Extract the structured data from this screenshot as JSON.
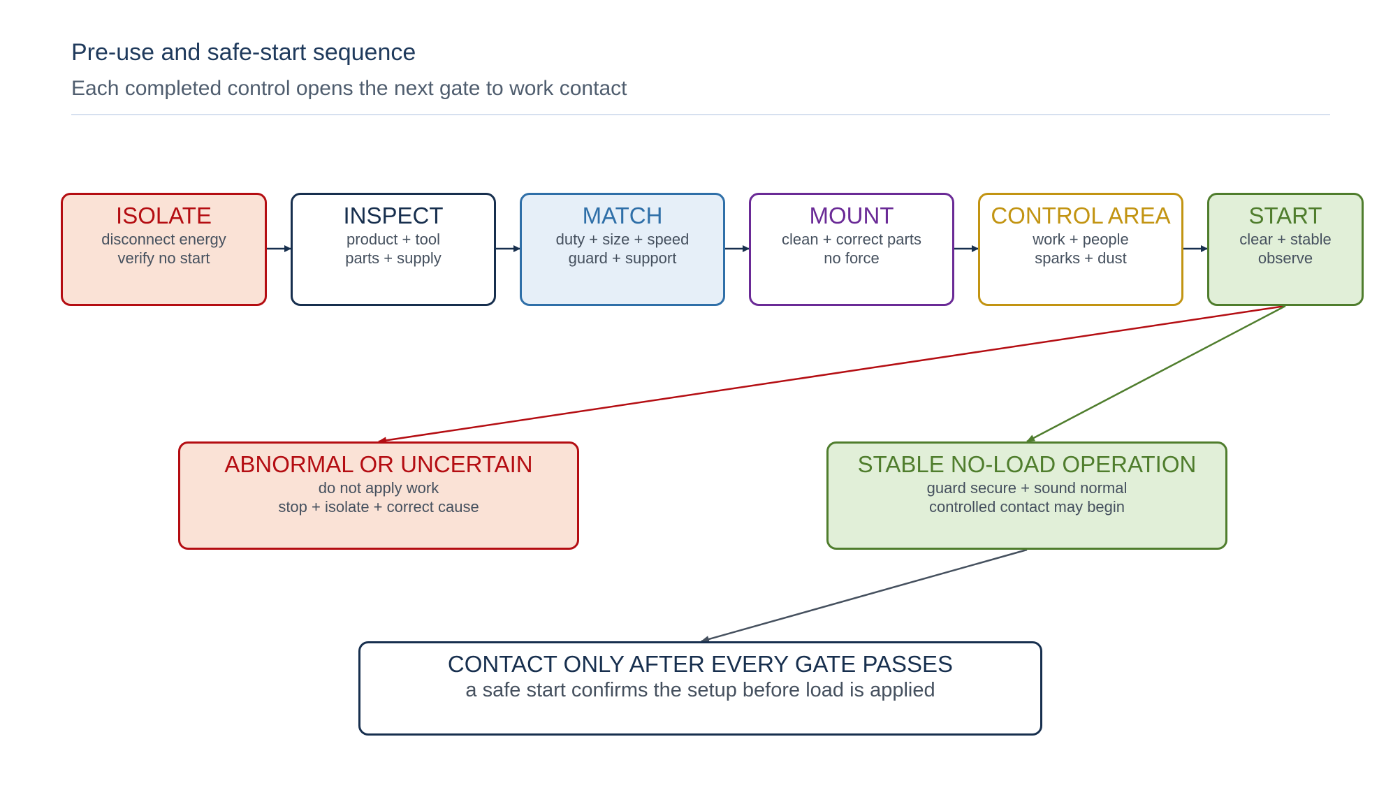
{
  "header": {
    "title": "Pre-use and safe-start sequence",
    "subtitle": "Each completed control opens the next gate to work contact"
  },
  "steps": [
    {
      "title": "ISOLATE",
      "lines": [
        "disconnect energy",
        "verify no start"
      ],
      "color": "#b40d12",
      "fill": "#fae2d6"
    },
    {
      "title": "INSPECT",
      "lines": [
        "product + tool",
        "parts + supply"
      ],
      "color": "#172f4e",
      "fill": "#ffffff"
    },
    {
      "title": "MATCH",
      "lines": [
        "duty + size + speed",
        "guard + support"
      ],
      "color": "#2f6fa8",
      "fill": "#e6eff8"
    },
    {
      "title": "MOUNT",
      "lines": [
        "clean + correct parts",
        "no force"
      ],
      "color": "#6a2a96",
      "fill": "#ffffff"
    },
    {
      "title": "CONTROL AREA",
      "lines": [
        "work + people",
        "sparks + dust"
      ],
      "color": "#c29412",
      "fill": "#ffffff"
    },
    {
      "title": "START",
      "lines": [
        "clear + stable",
        "observe"
      ],
      "color": "#4f7d2d",
      "fill": "#e1efd8"
    }
  ],
  "outcomes": {
    "abnormal": {
      "title": "ABNORMAL OR UNCERTAIN",
      "lines": [
        "do not apply work",
        "stop + isolate + correct cause"
      ],
      "color": "#b40d12",
      "fill": "#fae2d6"
    },
    "stable": {
      "title": "STABLE NO-LOAD OPERATION",
      "lines": [
        "guard secure + sound normal",
        "controlled contact may begin"
      ],
      "color": "#4f7d2d",
      "fill": "#e1efd8"
    }
  },
  "final": {
    "title": "CONTACT ONLY AFTER EVERY GATE PASSES",
    "line": "a safe start confirms the setup before load is applied",
    "color": "#172f4e"
  },
  "colors": {
    "connector": "#172f4e",
    "abnormal_arrow": "#b40d12",
    "stable_arrow": "#4f7d2d",
    "final_arrow": "#45505e"
  }
}
